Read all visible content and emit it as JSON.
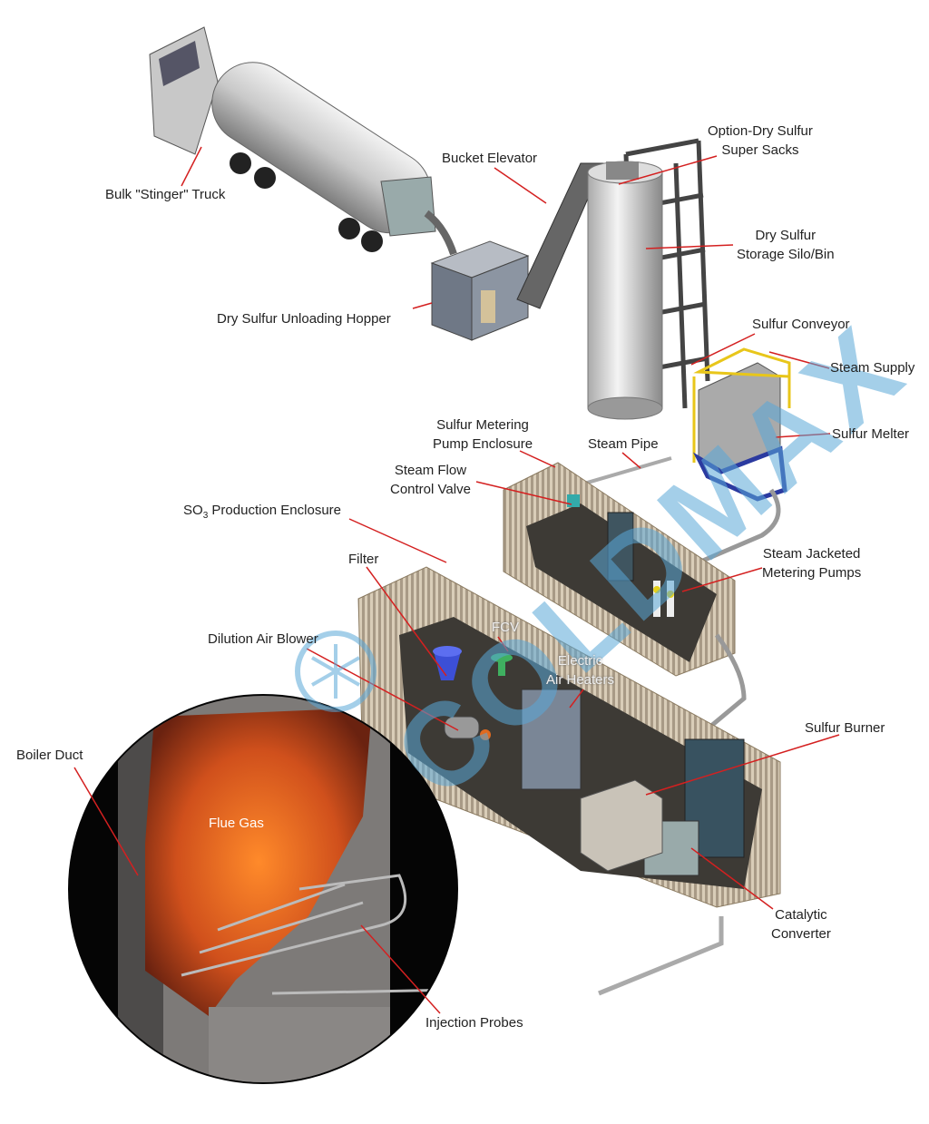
{
  "labels": {
    "truck": "Bulk \"Stinger\" Truck",
    "bucket_elevator": "Bucket Elevator",
    "super_sacks_1": "Option-Dry Sulfur",
    "super_sacks_2": "Super Sacks",
    "silo_1": "Dry Sulfur",
    "silo_2": "Storage Silo/Bin",
    "hopper": "Dry Sulfur Unloading Hopper",
    "conveyor": "Sulfur Conveyor",
    "steam_supply": "Steam Supply",
    "pump_enclosure_1": "Sulfur Metering",
    "pump_enclosure_2": "Pump Enclosure",
    "steam_pipe": "Steam Pipe",
    "melter": "Sulfur Melter",
    "steam_valve_1": "Steam Flow",
    "steam_valve_2": "Control Valve",
    "so3_enclosure_pre": "SO",
    "so3_enclosure_sub": "3",
    "so3_enclosure_post": " Production Enclosure",
    "filter": "Filter",
    "metering_pumps_1": "Steam Jacketed",
    "metering_pumps_2": "Metering Pumps",
    "blower": "Dilution Air Blower",
    "fcv": "FCV",
    "heaters_1": "Electric",
    "heaters_2": "Air Heaters",
    "burner": "Sulfur Burner",
    "boiler_duct": "Boiler Duct",
    "flue_gas": "Flue Gas",
    "catalytic_1": "Catalytic",
    "catalytic_2": "Converter",
    "injection_probes": "Injection Probes"
  },
  "watermark": "COLDMAX",
  "colors": {
    "leader": "#d42020",
    "enclosure": "#d8c6a4",
    "watermark": "#5aa8d8"
  }
}
